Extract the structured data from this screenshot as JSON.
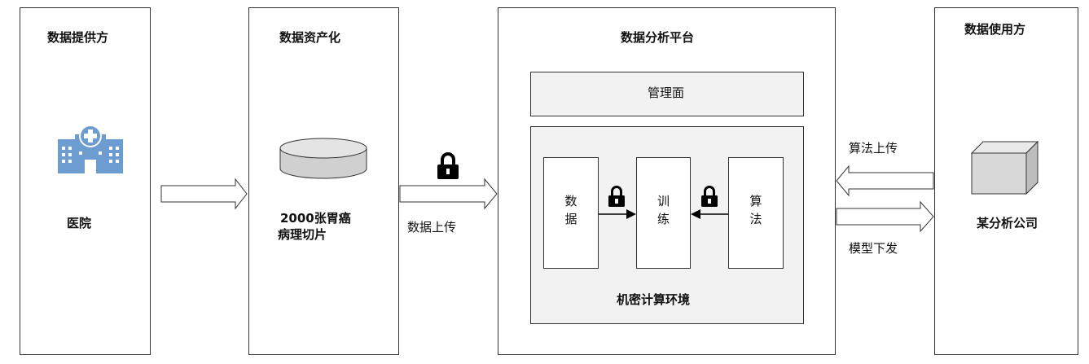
{
  "columns": {
    "provider": {
      "title": "数据提供方",
      "entity": "医院",
      "icon": "hospital-icon"
    },
    "assetization": {
      "title": "数据资产化",
      "dataset_line1": "2000张胃癌",
      "dataset_line2": "病理切片",
      "icon": "database-icon"
    },
    "platform": {
      "title": "数据分析平台",
      "management_plane": "管理面",
      "enclave": {
        "title": "机密计算环境",
        "data_box": "数\n据",
        "train_box": "训\n练",
        "algorithm_box": "算\n法"
      }
    },
    "consumer": {
      "title": "数据使用方",
      "entity": "某分析公司",
      "icon": "cube-icon"
    }
  },
  "flows": {
    "data_upload": "数据上传",
    "algorithm_upload": "算法上传",
    "model_delivery": "模型下发"
  },
  "colors": {
    "hospital_icon": "#6d9cd0",
    "box_border": "#333333",
    "gray_fill": "#f2f2f2",
    "lock": "#000000"
  }
}
